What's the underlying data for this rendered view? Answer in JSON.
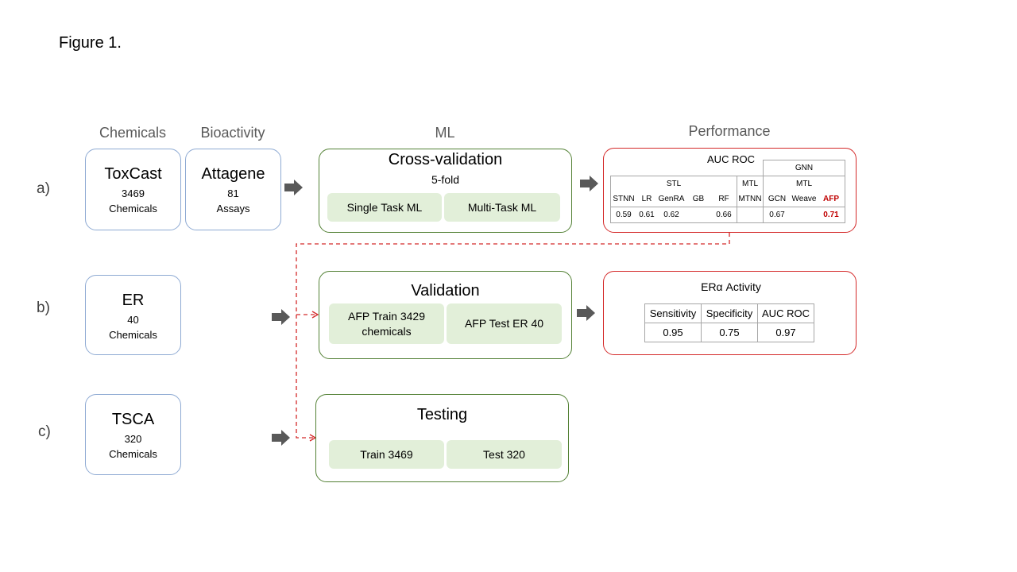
{
  "figure_title": "Figure 1.",
  "columns": {
    "chemicals": "Chemicals",
    "bioactivity": "Bioactivity",
    "ml": "ML",
    "performance": "Performance"
  },
  "rows": {
    "a": "a)",
    "b": "b)",
    "c": "c)"
  },
  "row_a": {
    "chem_name": "ToxCast",
    "chem_count": "3469",
    "chem_unit": "Chemicals",
    "bio_name": "Attagene",
    "bio_count": "81",
    "bio_unit": "Assays",
    "ml_title": "Cross-validation",
    "ml_sub": "5-fold",
    "chip1": "Single Task ML",
    "chip2": "Multi-Task ML",
    "perf_title": "AUC ROC",
    "gnn": "GNN",
    "stl": "STL",
    "mtl1": "MTL",
    "mtl2": "MTL",
    "models": [
      "STNN",
      "LR",
      "GenRA",
      "GB",
      "RF",
      "MTNN",
      "GCN",
      "Weave",
      "AFP"
    ],
    "scores": [
      "0.59",
      "0.61",
      "0.62",
      "",
      "0.66",
      "",
      "0.67",
      "",
      "0.71"
    ]
  },
  "row_b": {
    "chem_name": "ER",
    "chem_count": "40",
    "chem_unit": "Chemicals",
    "ml_title": "Validation",
    "chip1_line1": "AFP Train 3429",
    "chip1_line2": "chemicals",
    "chip2": "AFP Test ER 40",
    "perf_title": "ERα Activity",
    "headers": [
      "Sensitivity",
      "Specificity",
      "AUC ROC"
    ],
    "values": [
      "0.95",
      "0.75",
      "0.97"
    ]
  },
  "row_c": {
    "chem_name": "TSCA",
    "chem_count": "320",
    "chem_unit": "Chemicals",
    "ml_title": "Testing",
    "chip1": "Train 3469",
    "chip2": "Test 320"
  },
  "colors": {
    "blue_border": "#8eaad3",
    "green_border": "#538135",
    "red_border": "#d42a2a",
    "chip_fill": "#e2efd9",
    "arrow": "#595959",
    "highlight": "#c00000"
  }
}
